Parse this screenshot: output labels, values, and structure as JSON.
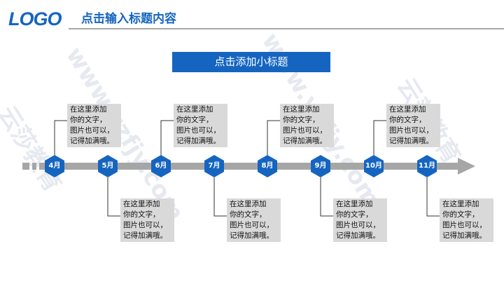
{
  "header": {
    "logo": "LOGO",
    "title": "点击输入标题内容"
  },
  "subtitle": "点击添加小标题",
  "colors": {
    "accent": "#1565c0",
    "track": "#a6a6a6",
    "note_bg": "#d9d9d9",
    "rule": "#a6a6a6"
  },
  "timeline": {
    "months": [
      "4月",
      "5月",
      "6月",
      "7月",
      "8月",
      "9月",
      "10月",
      "11月"
    ],
    "note_lines": [
      "在这里添加",
      "你的文字，",
      "图片也可以，",
      "记得加满哦。"
    ]
  },
  "watermark": {
    "url": "www.yzfjy.com",
    "brand": "云莎教育"
  }
}
